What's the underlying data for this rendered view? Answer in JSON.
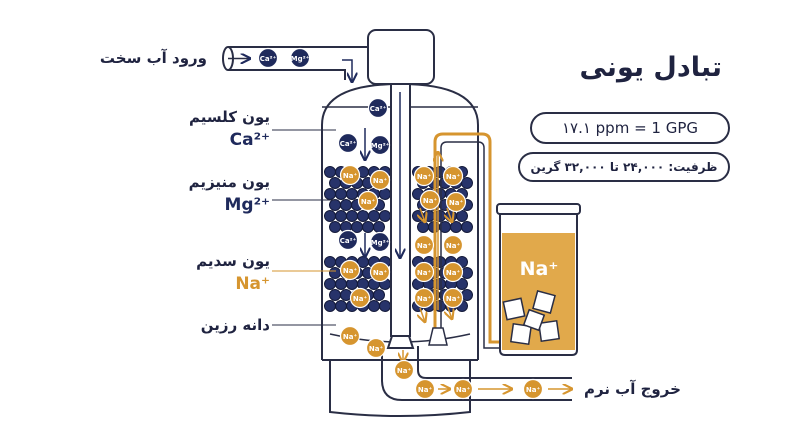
{
  "title": "تبادل یونی",
  "conversion": "۱۷.۱ ppm = 1 GPG",
  "capacity": "ظرفیت: ۲۴,۰۰۰ تا ۳۲,۰۰۰ گرین",
  "inlet_label": "ورود آب سخت",
  "outlet_label": "خروج آب نرم",
  "calcium": {
    "name": "یون کلسیم",
    "symbol": "Ca²⁺"
  },
  "magnesium": {
    "name": "یون منیزیم",
    "symbol": "Mg²⁺"
  },
  "sodium": {
    "name": "یون سدیم",
    "symbol": "Na⁺"
  },
  "resin_label": "دانه رزین",
  "brine_tank_label": "Na⁺",
  "ion_text": {
    "ca": "Ca²⁺",
    "mg": "Mg²⁺",
    "na": "Na⁺"
  },
  "colors": {
    "navy": "#1f2a5c",
    "orange": "#d6952f",
    "brine": "#e1a94b",
    "outline": "#2a2e45"
  }
}
